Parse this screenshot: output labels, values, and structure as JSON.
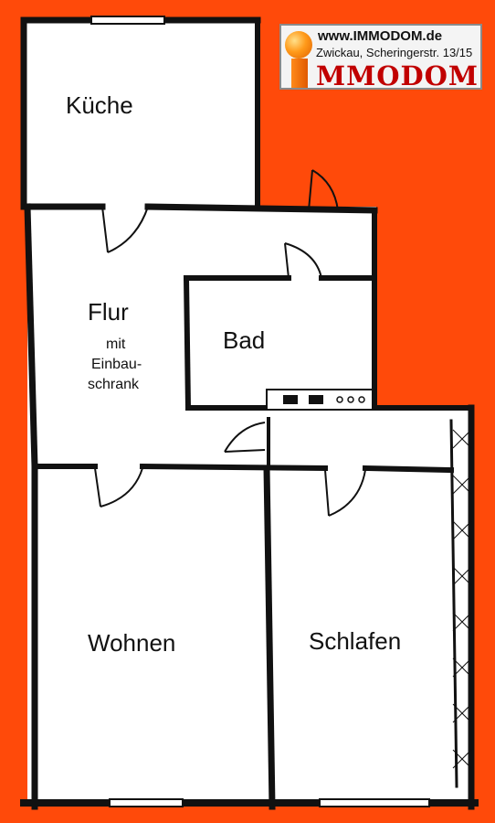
{
  "logo": {
    "url": "www.IMMODOM.de",
    "address": "Zwickau, Scheringerstr. 13/15",
    "brand": "MMODOM"
  },
  "rooms": {
    "kueche": "Küche",
    "flur": "Flur",
    "flur_note_1": "mit",
    "flur_note_2": "Einbau-",
    "flur_note_3": "schrank",
    "bad": "Bad",
    "wohnen": "Wohnen",
    "schlafen": "Schlafen"
  },
  "colors": {
    "background": "#ff4a0a",
    "wall": "#111111",
    "floor": "#ffffff",
    "brand": "#c10000"
  }
}
